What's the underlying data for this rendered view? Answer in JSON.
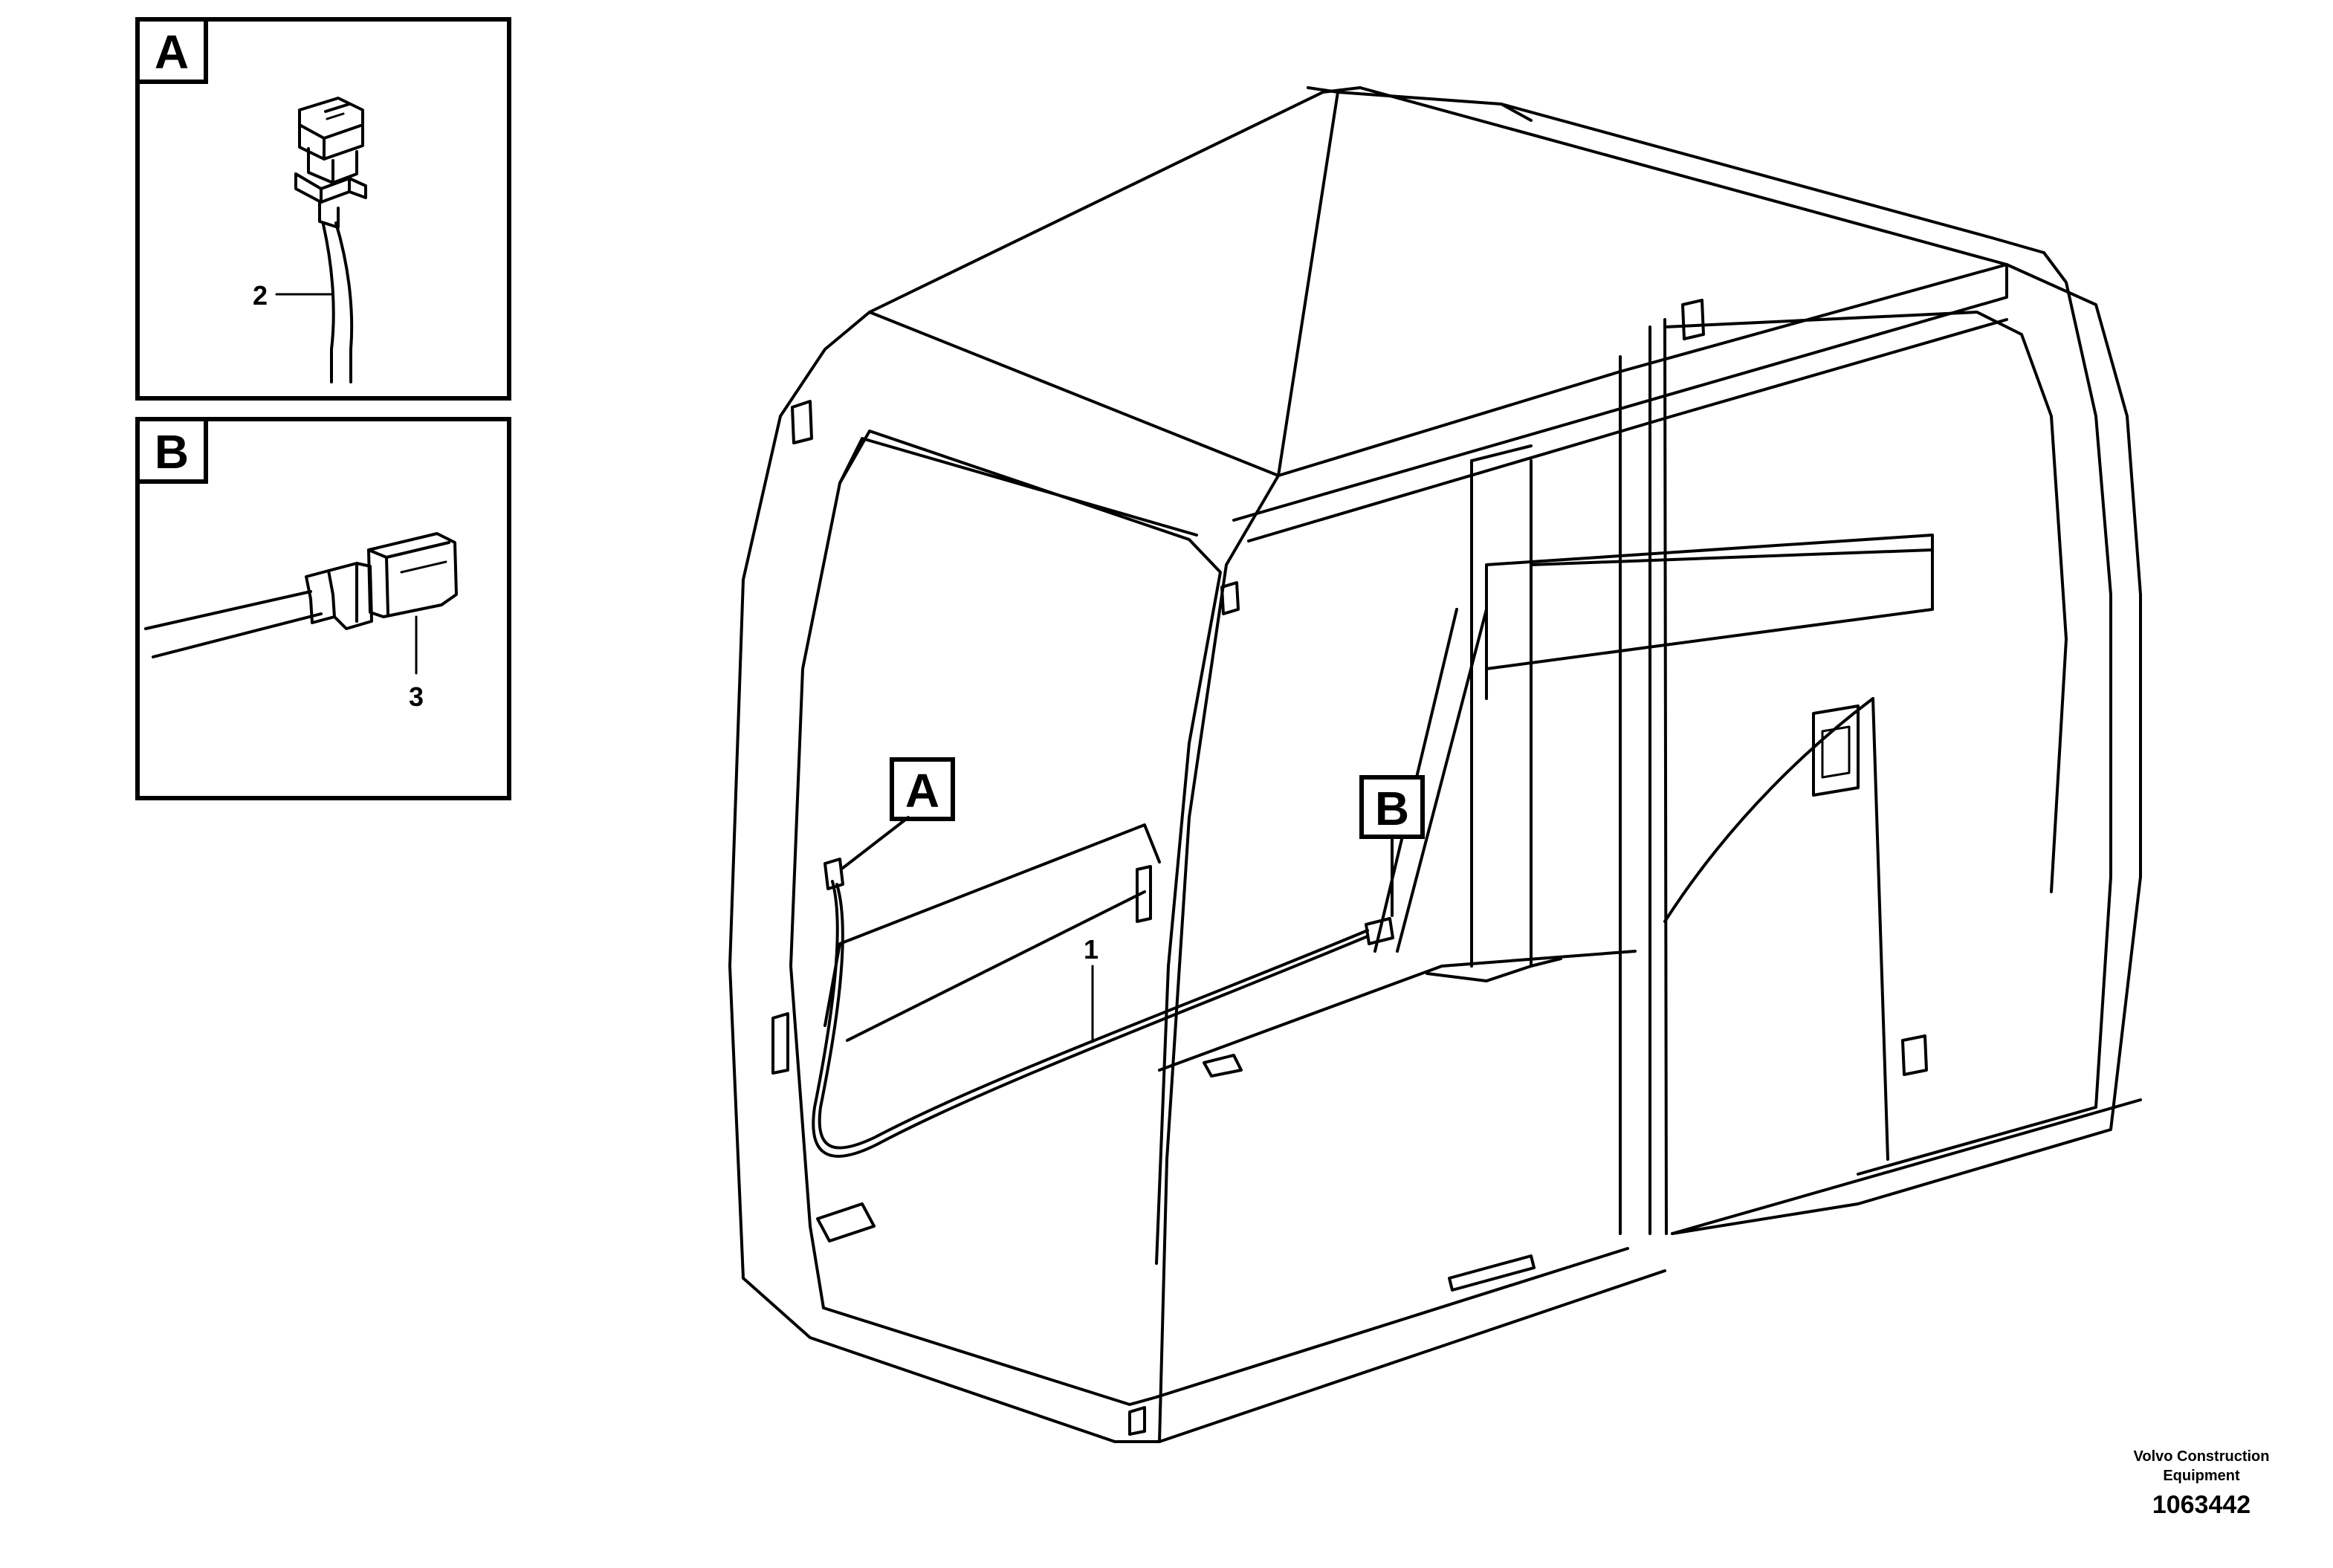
{
  "detail_views": [
    {
      "tag": "A",
      "callout": "2",
      "description": "connector"
    },
    {
      "tag": "B",
      "callout": "3",
      "description": "connector"
    }
  ],
  "main_view": {
    "tags": [
      "A",
      "B"
    ],
    "callout": "1"
  },
  "credit": {
    "line1": "Volvo Construction",
    "line2": "Equipment"
  },
  "part_number": "1063442"
}
